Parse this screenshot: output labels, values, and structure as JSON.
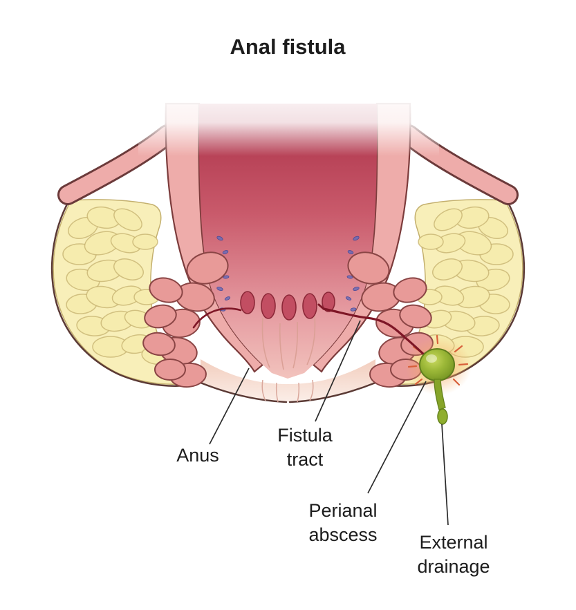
{
  "figure": {
    "title": "Anal fistula"
  },
  "labels": {
    "anus": "Anus",
    "fistula_tract_line1": "Fistula",
    "fistula_tract_line2": "tract",
    "perianal_abscess_line1": "Perianal",
    "perianal_abscess_line2": "abscess",
    "external_drainage_line1": "External",
    "external_drainage_line2": "drainage"
  },
  "colors": {
    "lumen_red": "#b03a50",
    "mucosa_pink": "#eeacaa",
    "muscle_pink": "#e89a98",
    "fat_yellow": "#f8efb9",
    "fat_lobule": "#f6ecae",
    "skin_pink": "#f4d7ca",
    "fistula_tract_red": "#7e1626",
    "abscess_green": "#8fae2e",
    "inflammation_orange": "#d85f3a",
    "outline_brown": "#5b3a35",
    "label_text": "#1c1c1c"
  }
}
